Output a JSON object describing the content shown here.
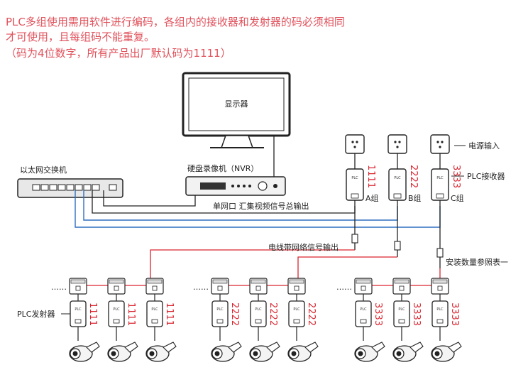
{
  "note": {
    "line1": "PLC多组使用需用软件进行编码，各组内的接收器和发射器的码必须相同",
    "line2": "才可使用，且每组码不能重复。",
    "line3": "（码为4位数字，所有产品出厂默认码为1111）"
  },
  "labels": {
    "monitor": "显示器",
    "switch": "以太网交换机",
    "nvr": "硬盘录像机（NVR）",
    "power_input": "电源输入",
    "plc_receiver": "PLC接收器",
    "single_port": "单网口  汇集视频信号总输出",
    "powerline_output": "电线带网络信号输出",
    "install_ref": "安装数量参照表一",
    "plc_transmitter": "PLC发射器",
    "plc_tag": "PLC",
    "dots": "……"
  },
  "groups": [
    {
      "name": "A组",
      "code": "1111"
    },
    {
      "name": "B组",
      "code": "2222"
    },
    {
      "name": "C组",
      "code": "3333"
    }
  ],
  "colors": {
    "accent_red": "#d9252f",
    "note_red": "#e0525c",
    "cable_blue": "#2f6fc0",
    "line_black": "#222222"
  }
}
